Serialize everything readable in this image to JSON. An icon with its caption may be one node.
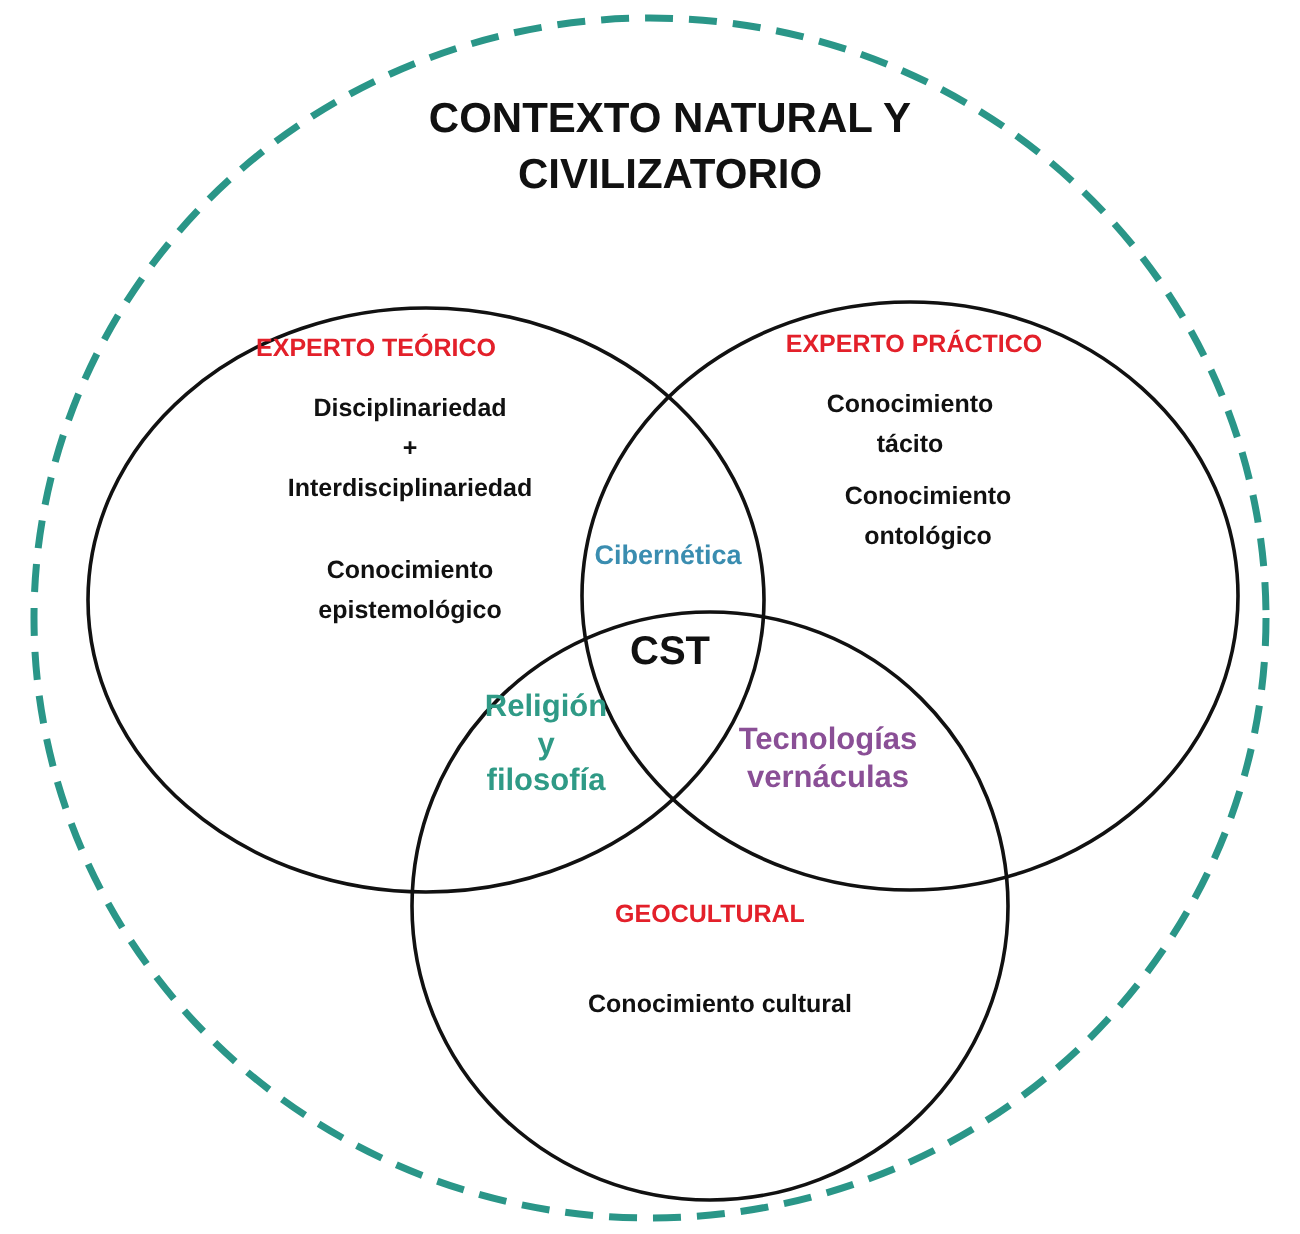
{
  "diagram": {
    "nodes": [
      {
        "text": [
          "CONTEXTO NATURAL Y CIVILIZATORIO"
        ]
      },
      {
        "text": [
          "EXPERTO TEÓRICO",
          "Disciplinariedad + Interdisciplinariedad",
          "Conocimiento epistemológico"
        ],
        "in": 0
      },
      {
        "text": [
          "EXPERTO PRÁCTICO",
          "Conocimiento tácito",
          "Conocimiento ontológico"
        ],
        "in": 0
      },
      {
        "text": [
          "GEOCULTURAL",
          "Conocimiento cultural"
        ],
        "in": 0
      }
    ],
    "labels": [
      "Cibernética",
      "CST",
      "Religión y filosofía",
      "Tecnologías vernáculas"
    ]
  }
}
